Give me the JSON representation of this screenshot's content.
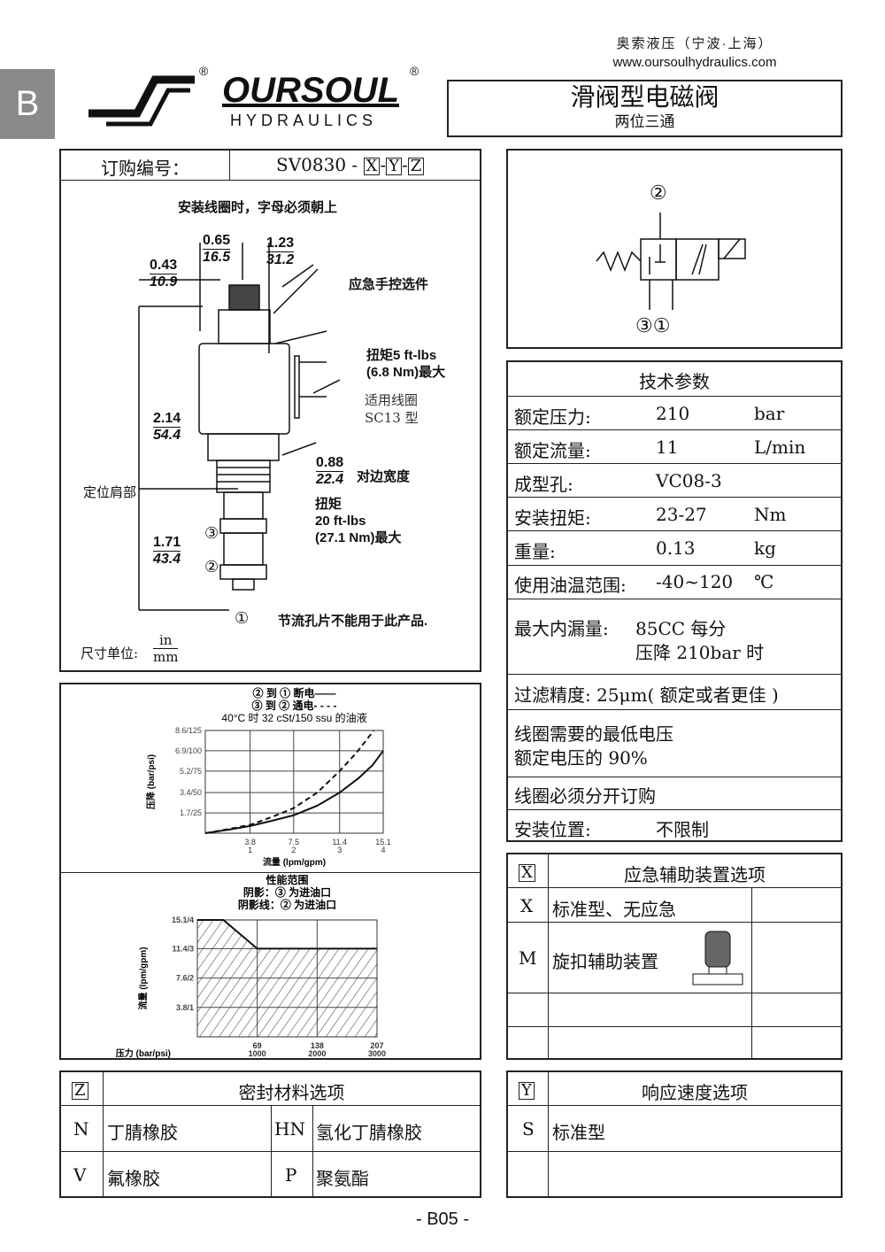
{
  "tab_letter": "B",
  "company": {
    "name": "奥索液压（宁波·上海）",
    "url": "www.oursoulhydraulics.com",
    "logo_text": "OURSOUL",
    "logo_sub": "HYDRAULICS",
    "reg": "®"
  },
  "title": {
    "main": "滑阀型电磁阀",
    "sub": "两位三通"
  },
  "order": {
    "label": "订购编号：",
    "code": "SV0830 -",
    "x": "X",
    "y": "Y",
    "z": "Z",
    "dash": "-"
  },
  "drawing": {
    "note_top": "安装线圈时，字母必须朝上",
    "dims": [
      {
        "in": "0.65",
        "mm": "16.5"
      },
      {
        "in": "1.23",
        "mm": "31.2"
      },
      {
        "in": "0.43",
        "mm": "10.9"
      },
      {
        "in": "2.14",
        "mm": "54.4"
      },
      {
        "in": "1.71",
        "mm": "43.4"
      },
      {
        "in": "0.88",
        "mm": "22.4"
      }
    ],
    "manual_option": "应急手控选件",
    "torque1": [
      "扭矩5 ft-lbs",
      "(6.8 Nm)最大"
    ],
    "coil": [
      "适用线圈",
      "SC13 型"
    ],
    "across_flats": "对边宽度",
    "torque2": [
      "扭矩",
      "20 ft-lbs",
      "(27.1 Nm)最大"
    ],
    "shoulder": "定位肩部",
    "ports": [
      "③",
      "②",
      "①"
    ],
    "orifice_note": "节流孔片不能用于此产品.",
    "units_label": "尺寸单位:",
    "unit_in": "in",
    "unit_mm": "mm"
  },
  "schematic": {
    "ports_top": "②",
    "ports_bottom": "③①"
  },
  "tech": {
    "title": "技术参数",
    "rows": [
      {
        "label": "额定压力:",
        "value": "210",
        "unit": "bar"
      },
      {
        "label": "额定流量:",
        "value": "11",
        "unit": "L/min"
      },
      {
        "label": "成型孔:",
        "value": "VC08-3",
        "unit": ""
      },
      {
        "label": "安装扭矩:",
        "value": "23-27",
        "unit": "Nm"
      },
      {
        "label": "重量:",
        "value": "0.13",
        "unit": "kg"
      },
      {
        "label": "使用油温范围:",
        "value": "-40~120",
        "unit": "℃"
      }
    ],
    "leak_label": "最大内漏量:",
    "leak_1": "85CC 每分",
    "leak_2": "压降 210bar 时",
    "filter": "过滤精度: 25μm( 额定或者更佳 )",
    "coil_1": "线圈需要的最低电压",
    "coil_2": "额定电压的 90%",
    "coil_order": "线圈必须分开订购",
    "mount_label": "安装位置:",
    "mount_value": "不限制"
  },
  "chart_data": [
    {
      "type": "line",
      "title": [
        "② 到 ① 断电——",
        "③ 到 ② 通电- - - -",
        "40°C 时 32 cSt/150 ssu 的油液"
      ],
      "xlabel": "流量 (lpm/gpm)",
      "ylabel": "压降 (bar/psi)",
      "xlim": [
        0,
        15.1
      ],
      "ylim": [
        0,
        8.6
      ],
      "grid": true,
      "xticks": [
        {
          "v": 3.8,
          "l1": "3.8",
          "l2": "1"
        },
        {
          "v": 7.5,
          "l1": "7.5",
          "l2": "2"
        },
        {
          "v": 11.4,
          "l1": "11.4",
          "l2": "3"
        },
        {
          "v": 15.1,
          "l1": "15.1",
          "l2": "4"
        }
      ],
      "yticks": [
        {
          "v": 1.7,
          "l": "1.7/25"
        },
        {
          "v": 3.4,
          "l": "3.4/50"
        },
        {
          "v": 5.2,
          "l": "5.2/75"
        },
        {
          "v": 6.9,
          "l": "6.9/100"
        },
        {
          "v": 8.6,
          "l": "8.6/125"
        }
      ],
      "series": [
        {
          "name": "② 到 ① 断电",
          "style": "solid",
          "x": [
            0,
            2,
            3.8,
            5.5,
            7.5,
            9.5,
            11.4,
            13,
            14.2,
            15.1
          ],
          "y": [
            0,
            0.3,
            0.6,
            1.0,
            1.5,
            2.3,
            3.4,
            4.6,
            5.7,
            6.9
          ]
        },
        {
          "name": "③ 到 ② 通电",
          "style": "dashed",
          "x": [
            0,
            2,
            3.8,
            5.5,
            7.5,
            9.5,
            11.4,
            12.8,
            14.3
          ],
          "y": [
            0,
            0.35,
            0.7,
            1.3,
            2.1,
            3.4,
            5.2,
            6.7,
            8.6
          ]
        }
      ]
    },
    {
      "type": "area",
      "title": [
        "性能范围",
        "阴影：③ 为进油口",
        "阴影线：② 为进油口"
      ],
      "xlabel": "压力 (bar/psi)",
      "ylabel": "流量 (lpm/gpm)",
      "xlim": [
        0,
        207
      ],
      "ylim": [
        0,
        15.1
      ],
      "grid": true,
      "xticks": [
        {
          "v": 69,
          "l1": "69",
          "l2": "1000"
        },
        {
          "v": 138,
          "l1": "138",
          "l2": "2000"
        },
        {
          "v": 207,
          "l1": "207",
          "l2": "3000"
        }
      ],
      "yticks": [
        {
          "v": 3.8,
          "l": "3.8/1"
        },
        {
          "v": 7.6,
          "l": "7.6/2"
        },
        {
          "v": 11.4,
          "l": "11.4/3"
        },
        {
          "v": 15.1,
          "l": "15.1/4"
        }
      ],
      "series": [
        {
          "name": "阴影线：② 为进油口",
          "x": [
            0,
            30,
            69,
            207
          ],
          "y": [
            15.1,
            15.1,
            11.4,
            11.4
          ]
        }
      ]
    }
  ],
  "option_x": {
    "key": "X",
    "title": "应急辅助装置选项",
    "rows": [
      {
        "code": "X",
        "desc": "标准型、无应急"
      },
      {
        "code": "M",
        "desc": "旋扣辅助装置"
      }
    ]
  },
  "option_z": {
    "key": "Z",
    "title": "密封材料选项",
    "rows": [
      {
        "c1": "N",
        "d1": "丁腈橡胶",
        "c2": "HN",
        "d2": "氢化丁腈橡胶"
      },
      {
        "c1": "V",
        "d1": "氟橡胶",
        "c2": "P",
        "d2": "聚氨酯"
      }
    ]
  },
  "option_y": {
    "key": "Y",
    "title": "响应速度选项",
    "rows": [
      {
        "code": "S",
        "desc": "标准型"
      }
    ]
  },
  "page_number": "- B05 -"
}
